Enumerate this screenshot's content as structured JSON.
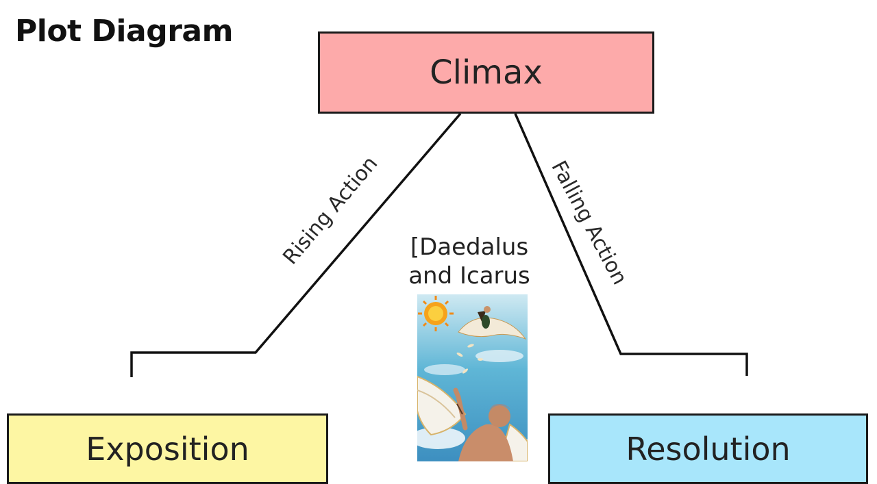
{
  "title": "Plot Diagram",
  "stages": {
    "climax": "Climax",
    "exposition": "Exposition",
    "resolution": "Resolution"
  },
  "slopes": {
    "rising": "Rising Action",
    "falling": "Falling Action"
  },
  "story": {
    "line1": "[Daedalus",
    "line2": "and Icarus"
  },
  "colors": {
    "climax": "#fdaaaa",
    "exposition": "#fdf6a3",
    "resolution": "#a8e6fb"
  },
  "illustration_subject": "Daedalus and Icarus flying with wax wings toward the sun"
}
